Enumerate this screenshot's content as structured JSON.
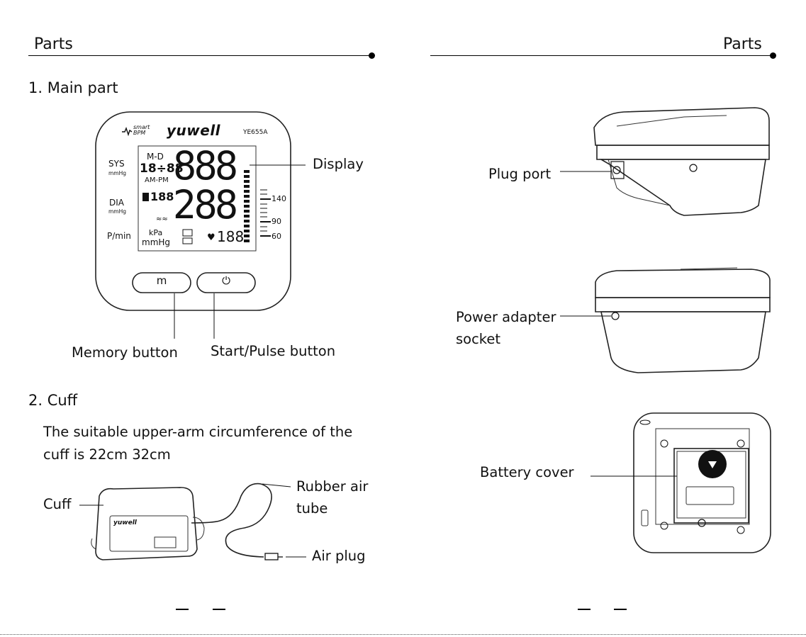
{
  "left_page": {
    "header": "Parts",
    "section1_title": "1. Main part",
    "device": {
      "brand_small_line1": "smart",
      "brand_small_line2": "BPM",
      "brand": "yuwell",
      "model": "YE655A",
      "left_labels": {
        "sys": "SYS",
        "sys_unit": "mmHg",
        "dia": "DIA",
        "dia_unit": "mmHg",
        "pulse": "P/min"
      },
      "lcd": {
        "md": "M-D",
        "date": "18÷88",
        "ampm": "AM-PM",
        "big_top": "888",
        "big_mid": "288",
        "memory_digits": "188",
        "units_kpa": "kPa",
        "units_mmhg": "mmHg",
        "pulse_digits": "188"
      },
      "scale_labels": [
        "140",
        "90",
        "60"
      ],
      "button_m": "m",
      "button_power_icon": "power-icon"
    },
    "callouts": {
      "display": "Display",
      "memory_button": "Memory button",
      "start_button": "Start/Pulse button"
    },
    "section2_title": "2. Cuff",
    "cuff_paragraph": "The suitable upper-arm circumference of the cuff is 22cm 32cm",
    "cuff_callouts": {
      "cuff": "Cuff",
      "tube_line1": "Rubber air",
      "tube_line2": "tube",
      "air_plug": "Air plug"
    },
    "cuff_brand": "yuwell"
  },
  "right_page": {
    "header": "Parts",
    "callouts": {
      "plug_port": "Plug port",
      "power_adapter_line1": "Power adapter",
      "power_adapter_line2": "socket",
      "battery_cover": "Battery cover"
    }
  }
}
